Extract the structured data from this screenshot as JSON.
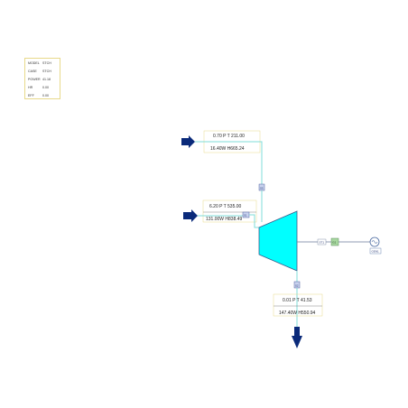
{
  "info_table": [
    {
      "key": "MODEL",
      "value": "STCH"
    },
    {
      "key": "CASE",
      "value": "STCH"
    },
    {
      "key": "POWER",
      "value": "41.18"
    },
    {
      "key": "HR",
      "value": "0.00"
    },
    {
      "key": "EFF",
      "value": "0.00"
    }
  ],
  "streams": {
    "extraction_in": {
      "line1": "0.70 P T 211.00",
      "line2": "16.40W H665.24",
      "port": "S5"
    },
    "main_in": {
      "line1": "6.20 P T 535.00",
      "line2": "131.00W H838.49",
      "port": "S1"
    },
    "exhaust_out": {
      "line1": "0.01 P T 41.53",
      "line2": "147.40W H550.94",
      "port": "S2"
    }
  },
  "shaft": {
    "label": "ST1",
    "tag": "G1"
  },
  "generator": {
    "label": "GEN1"
  },
  "colors": {
    "arrow": "#0a2a7a",
    "pipe": "#7fdcd8",
    "turbine_fill": "#00ffff",
    "turbine_stroke": "#3a5a8a",
    "box_border": "#e8d98a",
    "generator": "#4a6aa0"
  }
}
